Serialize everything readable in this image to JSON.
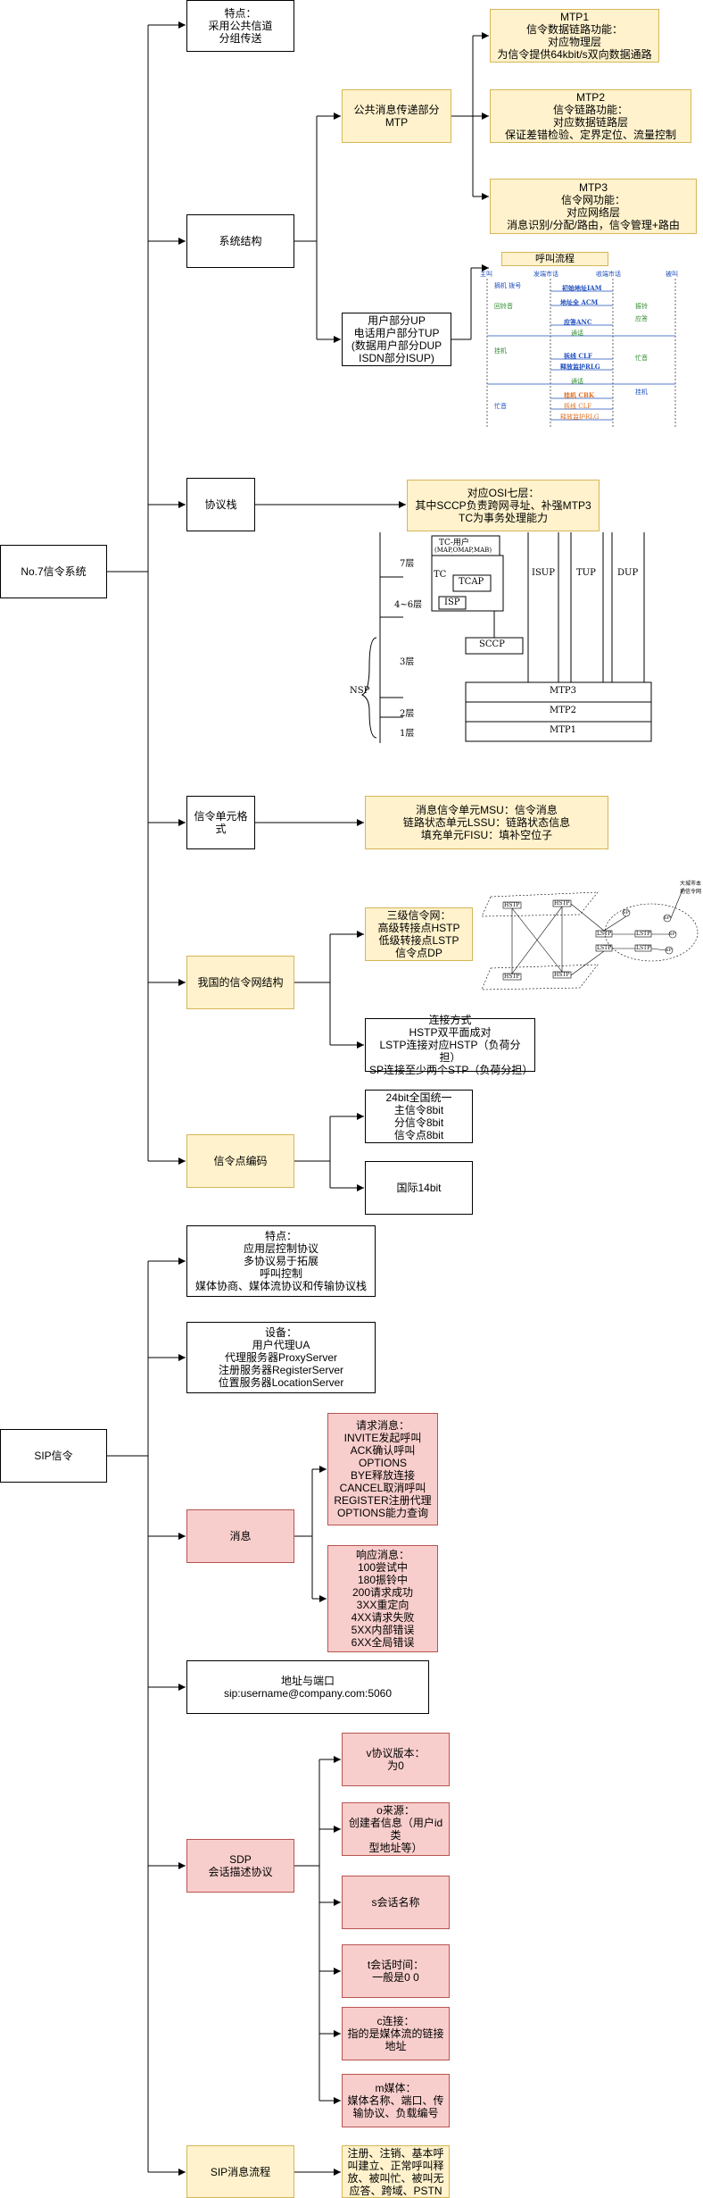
{
  "n7": {
    "root": "No.7信令系统",
    "features": "特点：\n采用公共信道\n分组传送",
    "structure": {
      "label": "系统结构",
      "mtp": "公共消息传递部分\nMTP",
      "mtp1": "MTP1\n信令数据链路功能：\n对应物理层\n为信令提供64kbit/s双向数据通路",
      "mtp2": "MTP2\n信令链路功能：\n对应数据链路层\n保证差错检验、定界定位、流量控制",
      "mtp3": "MTP3\n信令网功能：\n对应网络层\n消息识别/分配/路由，信令管理+路由",
      "user": "用户部分UP\n电话用户部分TUP\n(数据用户部分DUP\nISDN部分ISUP)",
      "call_flow": {
        "title": "呼叫流程",
        "caller": "主叫",
        "orig": "发端市话",
        "term": "收端市话",
        "callee": "被叫",
        "offhook": "摘机 拨号",
        "ringback": "回铃音",
        "ring": "振铃",
        "answer": "应答",
        "hangup": "挂机",
        "busy": "忙音",
        "talk": "通话",
        "iam": "初始地址IAM",
        "acm": "地址全 ACM",
        "anc": "应答ANC",
        "clf": "拆线 CLF",
        "rlg": "释放监护RLG",
        "cbk": "挂机 CBK",
        "clf2": "拆线 CLF",
        "rlg2": "释放监护RLG"
      }
    },
    "protocol": {
      "label": "协议栈",
      "desc": "对应OSI七层：\n其中SCCP负责跨网寻址、补强MTP3\nTC为事务处理能力",
      "stack": {
        "tc_user": "TC-用户",
        "tc_user_sub": "(MAP,OMAP,MAB)",
        "l7": "7层",
        "l46": "4~6层",
        "l3": "3层",
        "l2": "2层",
        "l1": "1层",
        "tc": "TC",
        "tcap": "TCAP",
        "isp": "ISP",
        "sccp": "SCCP",
        "isup": "ISUP",
        "tup": "TUP",
        "dup": "DUP",
        "mtp3": "MTP3",
        "mtp2": "MTP2",
        "mtp1": "MTP1",
        "nsp": "NSP"
      }
    },
    "unit": {
      "label": "信令单元格式",
      "desc": "消息信令单元MSU：信令消息\n链路状态单元LSSU：链路状态信息\n填充单元FISU：填补空位子"
    },
    "network": {
      "label": "我国的信令网结构",
      "three": "三级信令网：\n高级转接点HSTP\n低级转接点LSTP\n信令点DP",
      "conn": "连接方式\nHSTP双平面成对\nLSTP连接对应HSTP（负荷分担）\nSP连接至少两个STP（负荷分担）",
      "diagram": {
        "hstp": "HSTP",
        "lstp": "LSTP",
        "sp": "SP",
        "note": "大城市本\n地信令网"
      }
    },
    "code": {
      "label": "信令点编码",
      "national": "24bit全国统一\n主信令8bit\n分信令8bit\n信令点8bit",
      "intl": "国际14bit"
    }
  },
  "sip": {
    "root": "SIP信令",
    "features": "特点：\n应用层控制协议\n多协议易于拓展\n呼叫控制\n媒体协商、媒体流协议和传输协议栈",
    "devices": "设备：\n用户代理UA\n代理服务器ProxyServer\n注册服务器RegisterServer\n位置服务器LocationServer",
    "message": {
      "label": "消息",
      "request": "请求消息：\nINVITE发起呼叫\nACK确认呼叫\nOPTIONS\nBYE释放连接\nCANCEL取消呼叫\nREGISTER注册代理\nOPTIONS能力查询",
      "response": "响应消息：\n100尝试中\n180振铃中\n200请求成功\n3XX重定向\n4XX请求失败\n5XX内部错误\n6XX全局错误"
    },
    "address": "地址与端口\nsip:username@company.com:5060",
    "sdp": {
      "label": "SDP\n会话描述协议",
      "v": "v协议版本：\n为0",
      "o": "o来源：\n创建者信息（用户id类\n型地址等）",
      "s": "s会话名称",
      "t": "t会话时间：\n一般是0 0",
      "c": "c连接：\n指的是媒体流的链接\n地址",
      "m": "m媒体：\n媒体名称、端口、传\n输协议、负载编号"
    },
    "flow": {
      "label": "SIP消息流程",
      "desc": "注册、注销、基本呼\n叫建立、正常呼叫释\n放、被叫忙、被叫无\n应答、跨域、PSTN"
    }
  }
}
